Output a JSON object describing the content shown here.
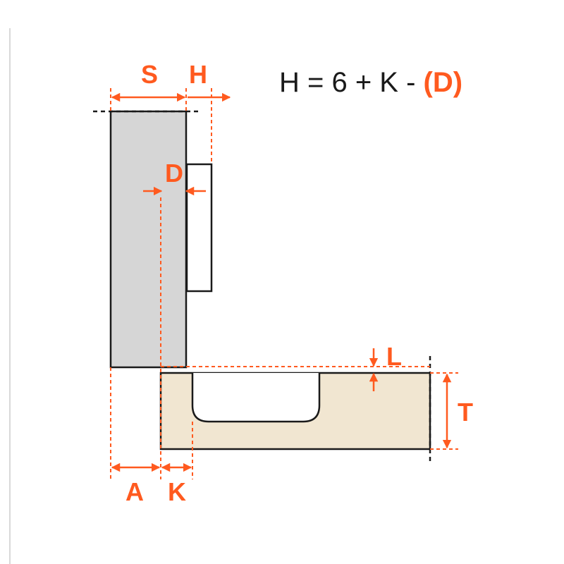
{
  "colors": {
    "accent": "#ff5a1f",
    "panel_side": "#d6d6d6",
    "panel_door": "#f1e6d1",
    "outline": "#1a1a1a",
    "left_rule": "#d9d9d9"
  },
  "formula": {
    "left": "H = 6 + K - ",
    "highlight": "(D)"
  },
  "labels": {
    "S": "S",
    "H": "H",
    "D": "D",
    "L": "L",
    "T": "T",
    "A": "A",
    "K": "K"
  }
}
